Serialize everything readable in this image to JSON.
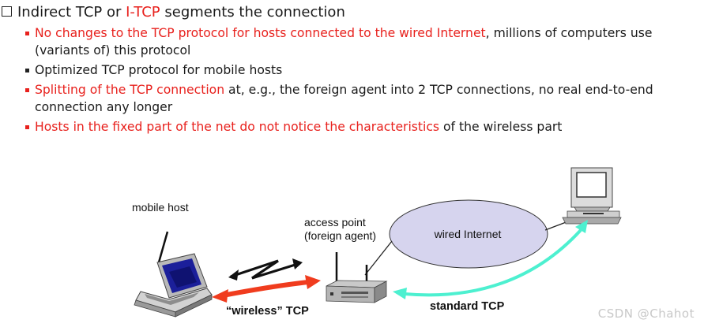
{
  "headline": {
    "prefix": "Indirect TCP or ",
    "highlight": "I-TCP",
    "suffix": " segments the connection"
  },
  "bullets": [
    {
      "red": "No changes to the TCP protocol for hosts connected to the wired Internet",
      "rest": ", millions of computers use (variants of) this protocol"
    },
    {
      "red": "",
      "rest": "Optimized TCP protocol for mobile hosts"
    },
    {
      "red": "Splitting of the TCP connection",
      "rest": " at, e.g., the foreign agent into 2 TCP connections, no real end-to-end connection any longer"
    },
    {
      "red": "Hosts in the fixed part of the net do not notice the characteristics",
      "rest": " of the wireless part"
    }
  ],
  "diagram": {
    "mobile_host_label": "mobile host",
    "access_point_label_line1": "access point",
    "access_point_label_line2": "(foreign agent)",
    "wired_internet_label": "wired Internet",
    "wireless_tcp_label": "“wireless” TCP",
    "standard_tcp_label": "standard TCP",
    "colors": {
      "red_text": "#e8211d",
      "wireless_arrow": "#f03c1e",
      "standard_arrow": "#4df0d0",
      "cloud_fill": "#d6d4ee"
    },
    "icons": [
      "laptop-icon",
      "radio-signal-icon",
      "access-point-router-icon",
      "cloud-ellipse-icon",
      "desktop-computer-icon"
    ]
  },
  "watermark": "CSDN @Chahot"
}
